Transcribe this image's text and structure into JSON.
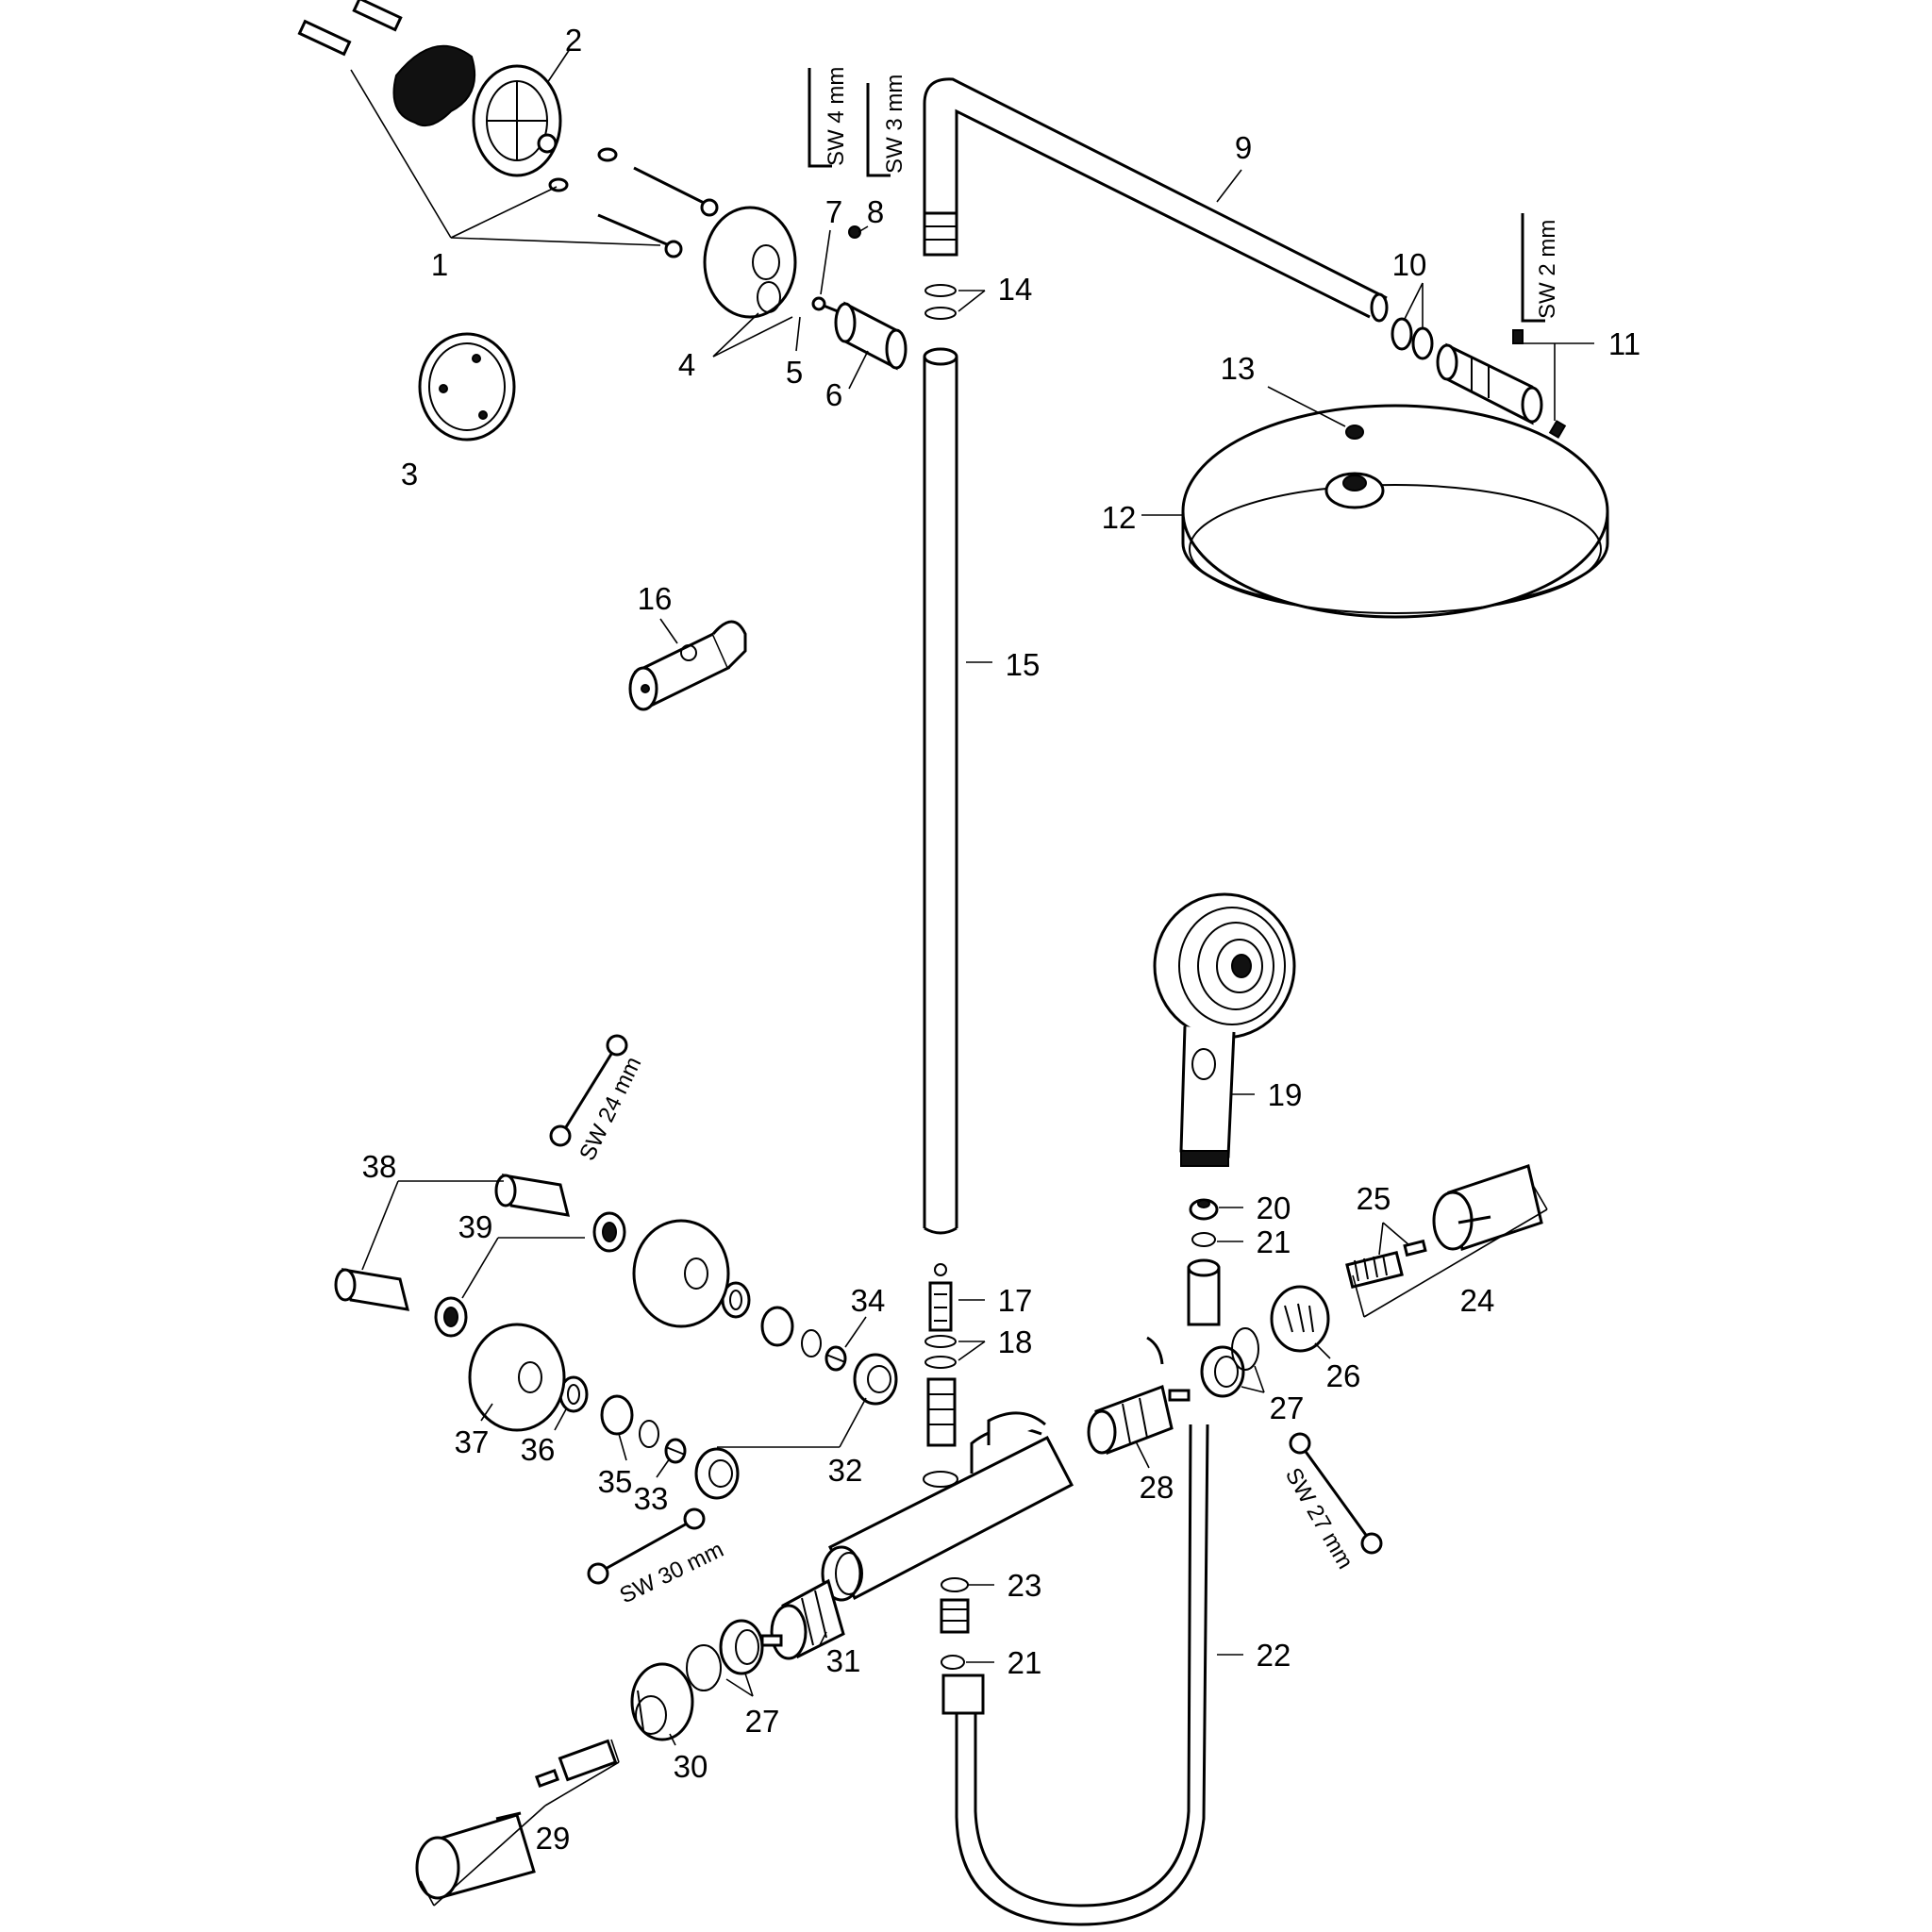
{
  "diagram": {
    "parts": [
      {
        "number": "1"
      },
      {
        "number": "2"
      },
      {
        "number": "3"
      },
      {
        "number": "4"
      },
      {
        "number": "5"
      },
      {
        "number": "6"
      },
      {
        "number": "7"
      },
      {
        "number": "8"
      },
      {
        "number": "9"
      },
      {
        "number": "10"
      },
      {
        "number": "11"
      },
      {
        "number": "12"
      },
      {
        "number": "13"
      },
      {
        "number": "14"
      },
      {
        "number": "15"
      },
      {
        "number": "16"
      },
      {
        "number": "17"
      },
      {
        "number": "18"
      },
      {
        "number": "19"
      },
      {
        "number": "20"
      },
      {
        "number": "21"
      },
      {
        "number": "22"
      },
      {
        "number": "23"
      },
      {
        "number": "24"
      },
      {
        "number": "25"
      },
      {
        "number": "26"
      },
      {
        "number": "27"
      },
      {
        "number": "28"
      },
      {
        "number": "29"
      },
      {
        "number": "30"
      },
      {
        "number": "31"
      },
      {
        "number": "32"
      },
      {
        "number": "33"
      },
      {
        "number": "34"
      },
      {
        "number": "35"
      },
      {
        "number": "36"
      },
      {
        "number": "37"
      },
      {
        "number": "38"
      },
      {
        "number": "39"
      }
    ],
    "extra_labels": {
      "label_21b": "21",
      "label_27b": "27"
    },
    "tools": {
      "sw4": "SW 4 mm",
      "sw3": "SW 3 mm",
      "sw2": "SW 2 mm",
      "sw24": "SW 24 mm",
      "sw27": "SW 27 mm",
      "sw30": "SW 30 mm"
    }
  }
}
